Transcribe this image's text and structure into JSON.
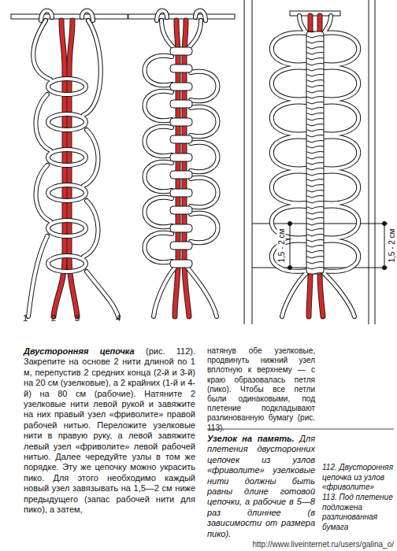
{
  "diagram": {
    "labels": [
      "1",
      "2",
      "3",
      "4",
      "1,5 - 2 см",
      "1,5 - 2 см",
      "Двусторонняя цепочка",
      "(рис. 112). Закрепите на основе 2 нити длиной по 1 м, перепустив 2 средних конца (2-й и 3-й) на 20 см (узелковые), а 2 крайних (1-й и 4-й) на 80 см (рабочие). Натяните 2 узелковые нити левой рукой и завяжите на них правый узел «фриволите» правой рабочей нитью. Переложите узелковые нити в правую руку, а левой завяжите левый узел «фриволите» левой рабочей нитью. Далее чередуйте узлы в том же порядке. Эту же цепочку можно украсить пико. Для этого необходимо каждый новый узел завязывать на 1,5—2 см ниже предыдущего (запас рабочей нити для пико), а затем,",
      "натянув обе узелковые, продвинуть нижний узел вплотную к верхнему — с краю образовалась петля (пико). Чтобы все петли были одинаковыми, под плетение подкладывают разлинованную бумагу (рис. 113).",
      "Узелок на память.",
      "Для плетения двусторонних цепочек из узлов «фриволите» узелковые нити должны быть равны длине готовой цепочки, а рабочие в 5—8 раз длиннее (в зависимости от размера пико).",
      "112. Двусторонняя цепочка из узлов «фриволите»",
      "113. Под плетение подложена разлинованная бумага",
      "http://www.liveinternet.ru/users/galina_o/"
    ]
  }
}
